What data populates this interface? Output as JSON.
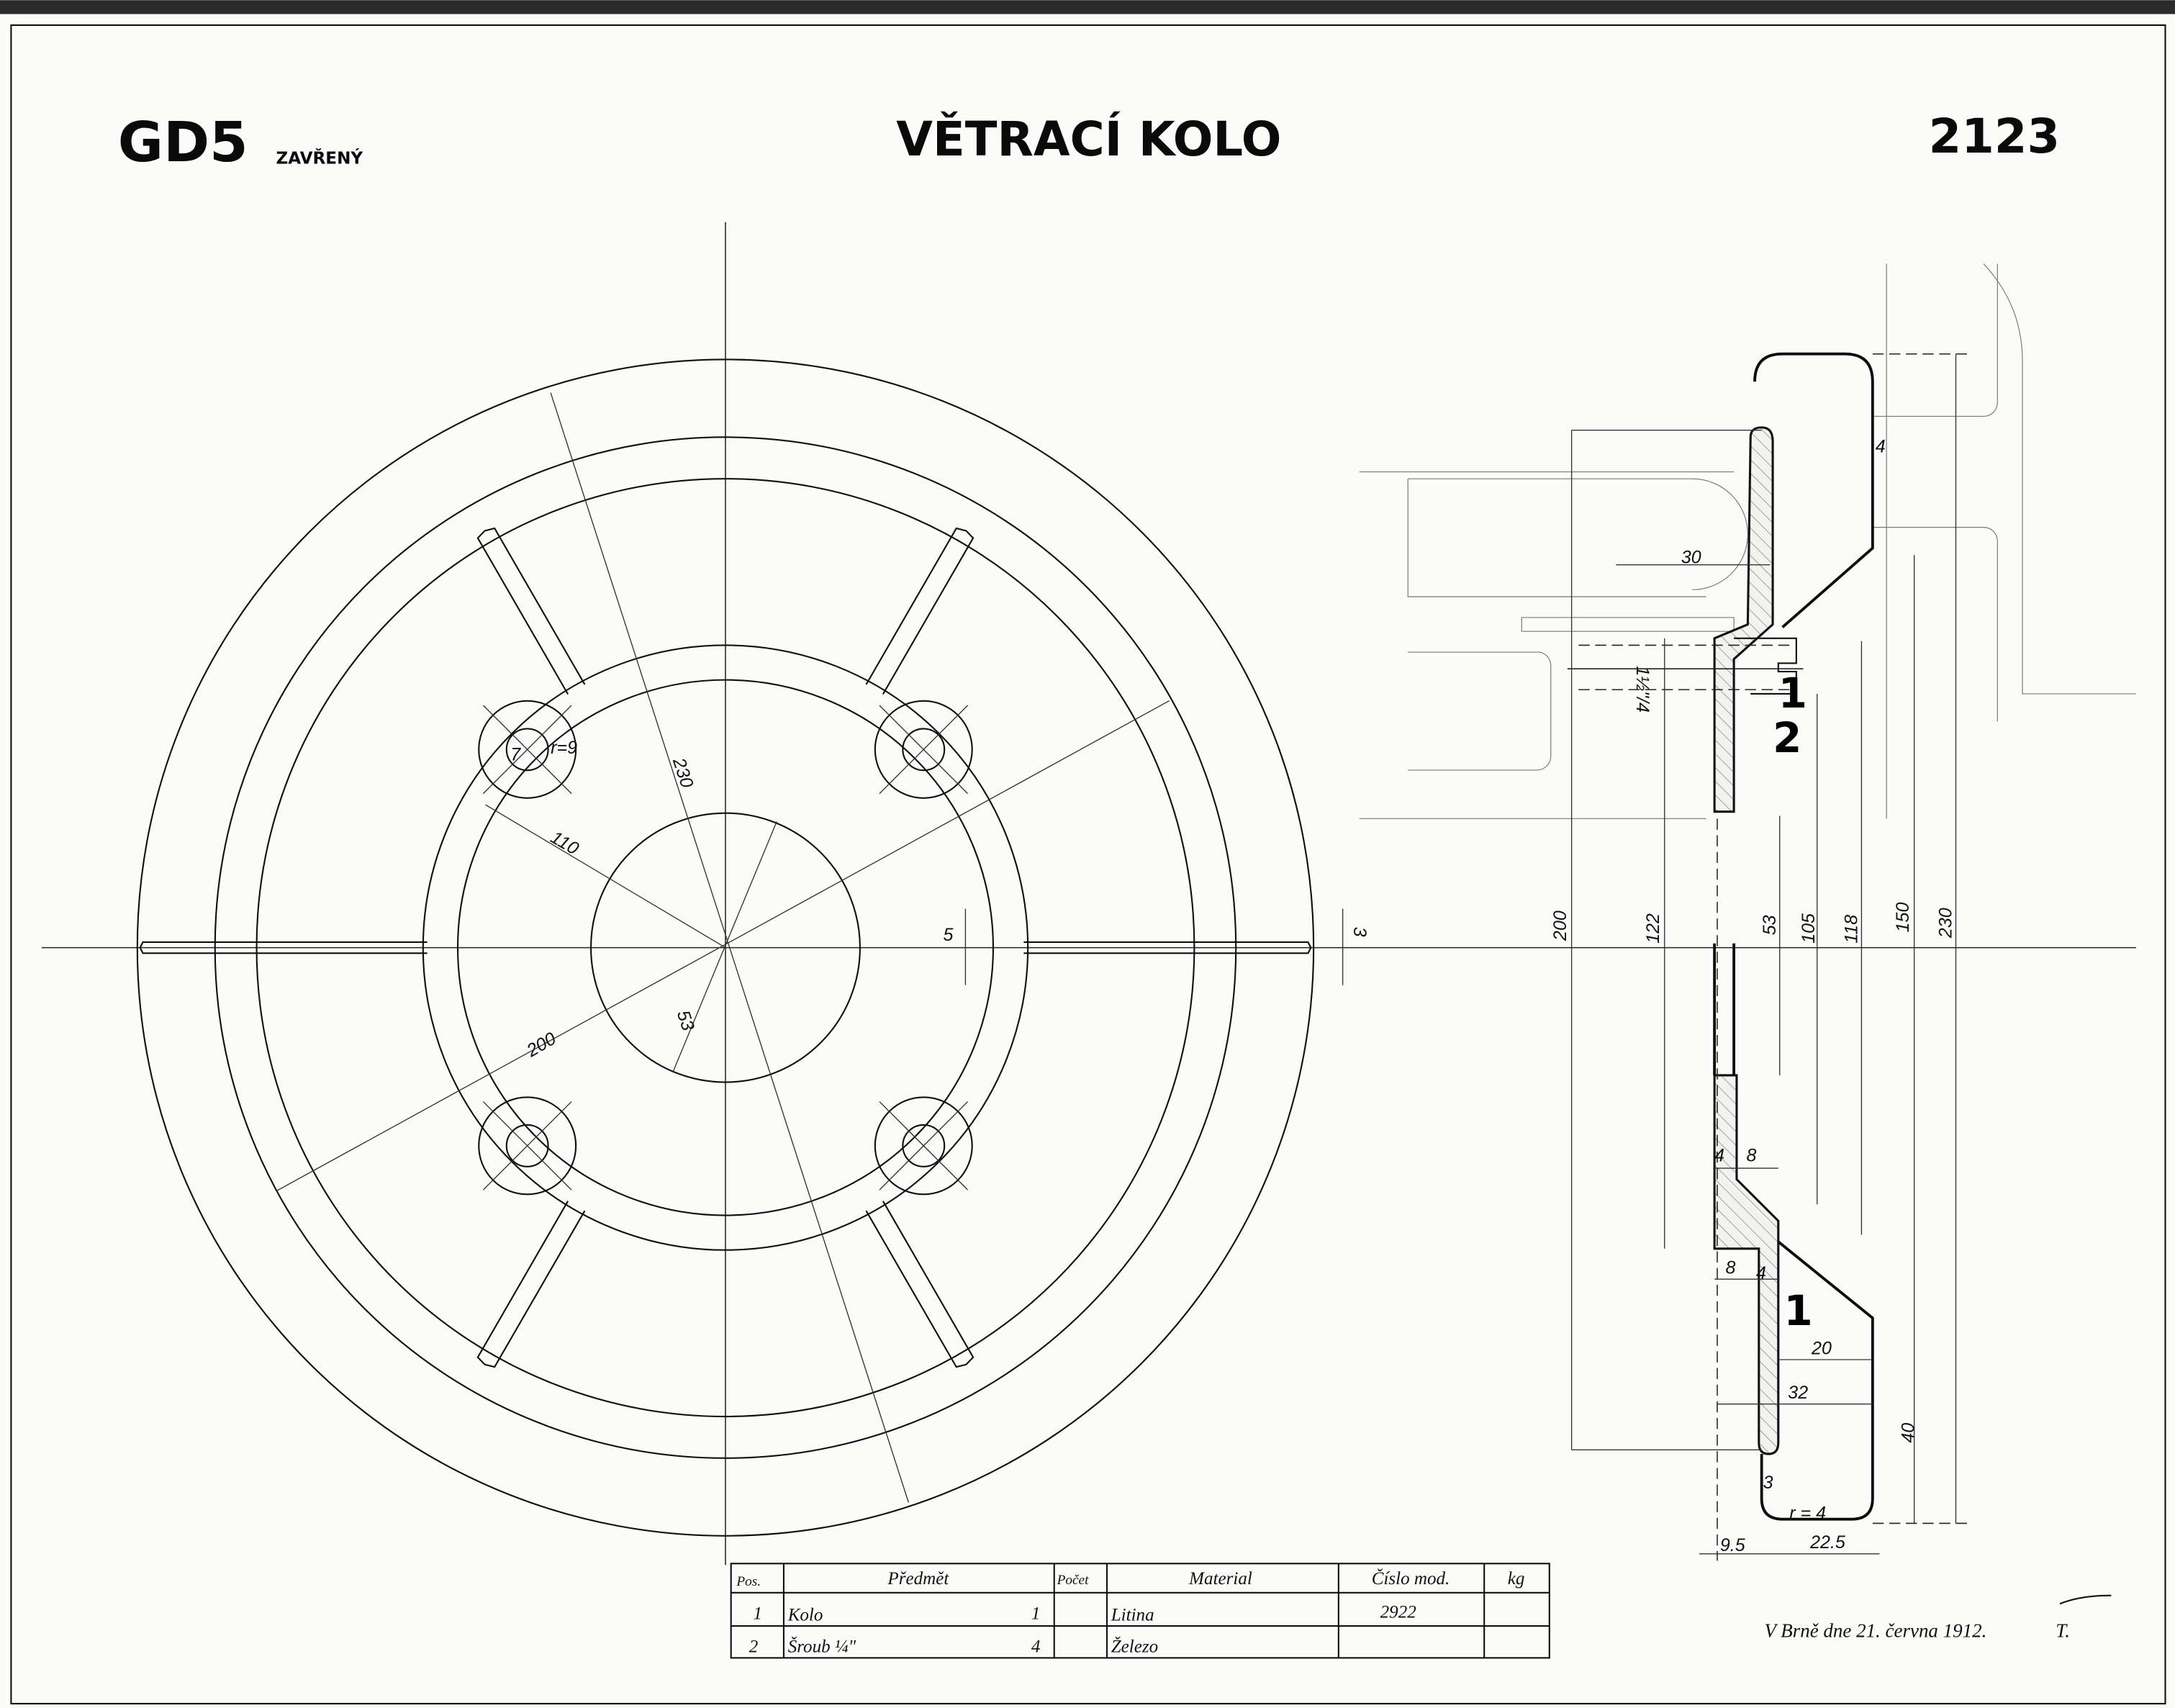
{
  "header": {
    "model": "GD5",
    "model_suffix": "ZAVŘENÝ",
    "title": "VĚTRACÍ KOLO",
    "drawing_number": "2123"
  },
  "front_view_dims": {
    "d230": "230",
    "d200": "200",
    "r110": "110",
    "d53": "53",
    "w5": "5",
    "w3": "3",
    "hole7": "7",
    "r9": "r=9"
  },
  "section_dims": {
    "d30": "30",
    "bolt": "1½\"/4",
    "part1_top": "1",
    "part2": "2",
    "d200": "200",
    "d122": "122",
    "d53": "53",
    "d105": "105",
    "d118": "118",
    "d150": "150",
    "d230": "230",
    "gap4": "4",
    "t4a": "4",
    "t8a": "8",
    "t8b": "8",
    "t4b": "4",
    "part1": "1",
    "w20": "20",
    "w32": "32",
    "h40": "40",
    "t3": "3",
    "r4": "r = 4",
    "w9_5": "9.5",
    "w22_5": "22.5"
  },
  "parts_table": {
    "headers": [
      "Pos.",
      "Předmět",
      "Počet",
      "Material",
      "Číslo mod.",
      "kg"
    ],
    "rows": [
      {
        "pos": "1",
        "item": "Kolo",
        "qty": "1",
        "material": "Litina",
        "model_no": "2922",
        "kg": ""
      },
      {
        "pos": "2",
        "item": "Šroub ¼\"",
        "qty": "4",
        "material": "Železo",
        "model_no": "",
        "kg": ""
      }
    ]
  },
  "signature": {
    "place_date": "V Brně dne 21. června 1912.",
    "initial": "T."
  }
}
